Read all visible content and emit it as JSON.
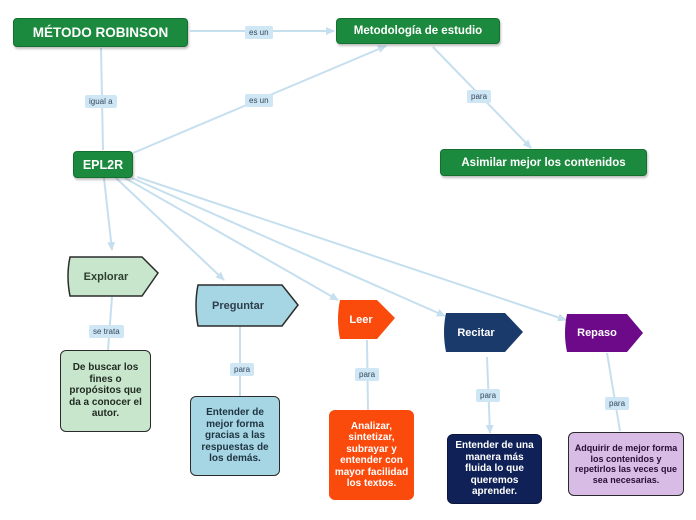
{
  "nodes": {
    "metodo": "MÉTODO ROBINSON",
    "metodologia": "Metodología de estudio",
    "asimilar": "Asimilar mejor los contenidos",
    "epl2r": "EPL2R",
    "explorar": "Explorar",
    "preguntar": "Preguntar",
    "leer": "Leer",
    "recitar": "Recitar",
    "repaso": "Repaso",
    "explorar_desc": "De buscar los fines o propósitos que da a conocer el autor.",
    "preguntar_desc": "Entender de mejor forma gracias a las respuestas de los demás.",
    "leer_desc": "Analizar, sintetizar, subrayar y entender con mayor facilidad los textos.",
    "recitar_desc": "Entender de una manera más fluida lo que queremos aprender.",
    "repaso_desc": "Adquirir de mejor forma los contenidos y repetirlos las veces que sea necesarias."
  },
  "labels": {
    "es_un_1": "es un",
    "es_un_2": "es un",
    "igual_a": "igual a",
    "para_1": "para",
    "se_trata": "se trata",
    "para_2": "para",
    "para_3": "para",
    "para_4": "para",
    "para_5": "para"
  },
  "colors": {
    "green": "#1c8a3e",
    "connector": "#c6dfef",
    "explorar": "#c8e6cc",
    "preguntar": "#a6d5e3",
    "leer": "#fa4a0c",
    "recitar": "#1a3a6b",
    "recitar_desc": "#0f2157",
    "repaso": "#6c0a8a",
    "repaso_desc": "#d9bce6"
  }
}
